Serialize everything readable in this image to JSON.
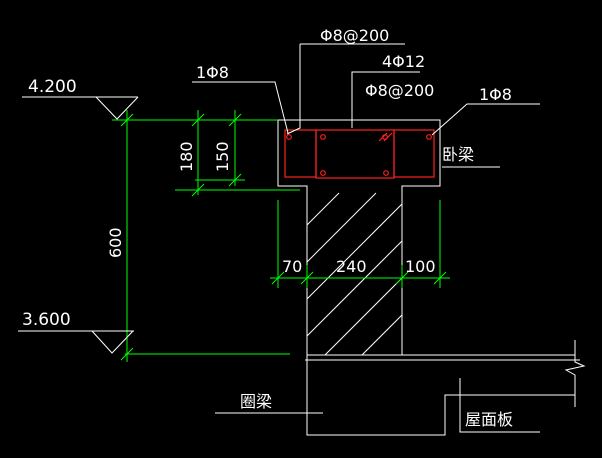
{
  "colors": {
    "background": "#000000",
    "line": "#ffffff",
    "dimension": "#00ff00",
    "rebar": "#ff2020"
  },
  "labels": {
    "stirrup_top": "Φ8@200",
    "main_bars": "4Φ12",
    "stirrup_mid": "Φ8@200",
    "edge_bar_left": "1Φ8",
    "edge_bar_right": "1Φ8",
    "beam_name": "卧梁",
    "ring_beam": "圈梁",
    "roof_slab": "屋面板"
  },
  "elevations": {
    "top": "4.200",
    "bottom": "3.600"
  },
  "dimensions": {
    "height_total": "600",
    "height_beam": "180",
    "height_inner": "150",
    "width_left": "70",
    "width_wall": "240",
    "width_right": "100"
  }
}
